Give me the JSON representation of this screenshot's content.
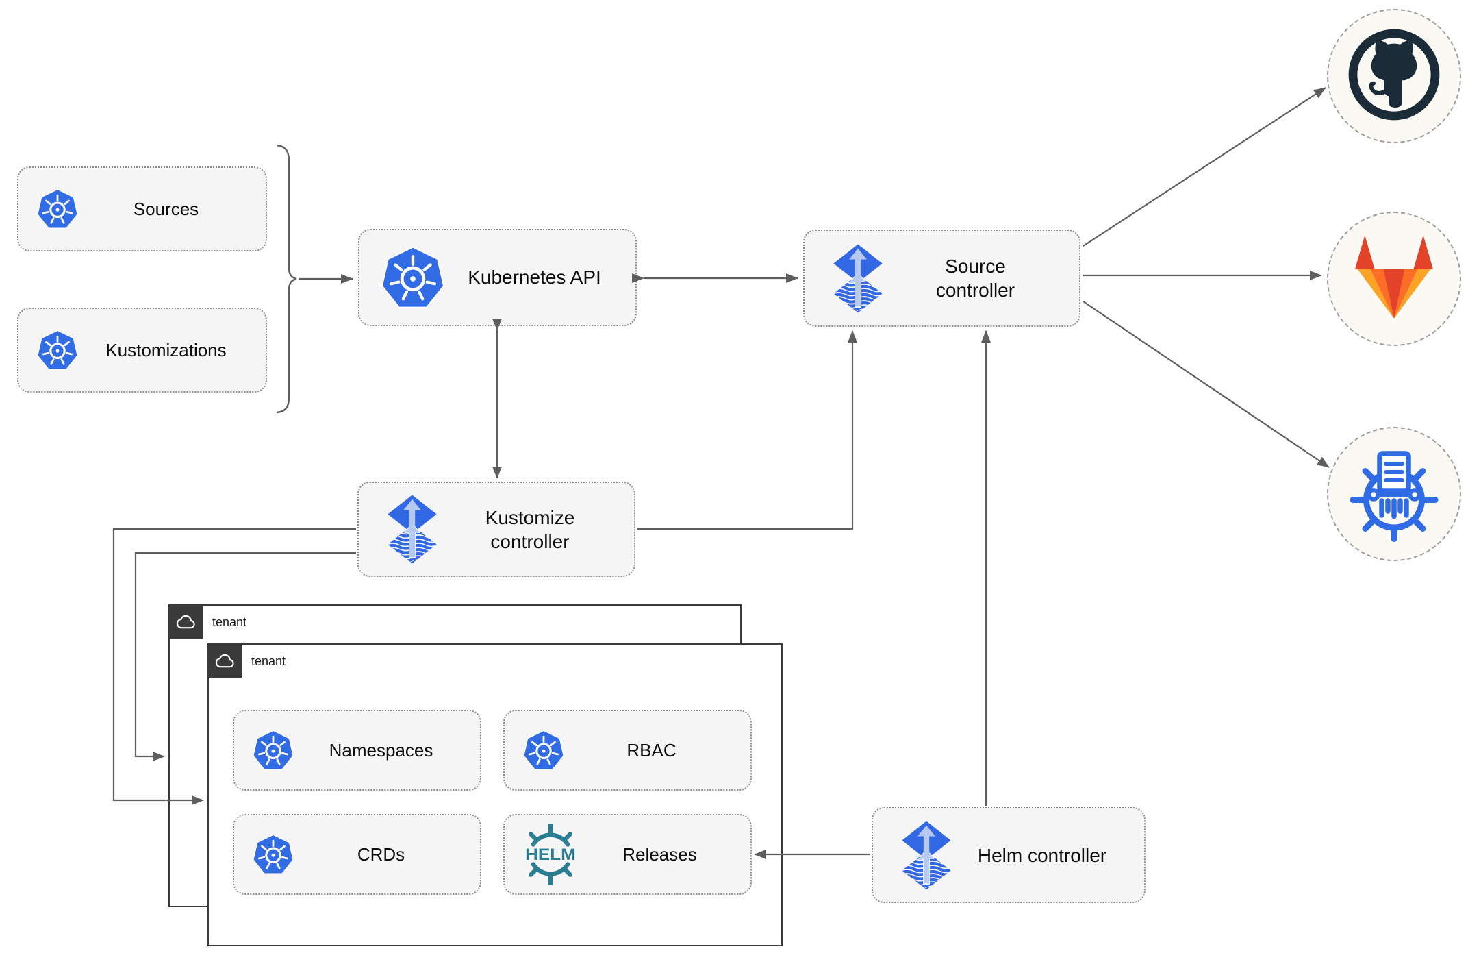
{
  "nodes": {
    "sources": {
      "label": "Sources",
      "icon": "kubernetes-icon"
    },
    "kustomizations": {
      "label": "Kustomizations",
      "icon": "kubernetes-icon"
    },
    "kubernetes_api": {
      "label": "Kubernetes API",
      "icon": "kubernetes-icon"
    },
    "source_controller": {
      "label": "Source controller",
      "icon": "flux-icon"
    },
    "kustomize_controller": {
      "label": "Kustomize controller",
      "icon": "flux-icon"
    },
    "helm_controller": {
      "label": "Helm controller",
      "icon": "flux-icon"
    },
    "namespaces": {
      "label": "Namespaces",
      "icon": "kubernetes-icon"
    },
    "rbac": {
      "label": "RBAC",
      "icon": "kubernetes-icon"
    },
    "crds": {
      "label": "CRDs",
      "icon": "kubernetes-icon"
    },
    "releases": {
      "label": "Releases",
      "icon": "helm-icon",
      "icon_text": "HELM"
    }
  },
  "containers": {
    "tenant_back": {
      "label": "tenant",
      "icon": "cloud-icon"
    },
    "tenant_front": {
      "label": "tenant",
      "icon": "cloud-icon"
    }
  },
  "remotes": {
    "github": {
      "icon": "github-icon"
    },
    "gitlab": {
      "icon": "gitlab-icon"
    },
    "registry": {
      "icon": "container-registry-icon"
    }
  },
  "colors": {
    "kubernetes_blue": "#326CE5",
    "flux_blue": "#3268E3",
    "flux_arrow_light": "#B6C9F0",
    "helm_teal": "#2B7E92",
    "github_dark": "#1C2B38",
    "gitlab_red": "#E24329",
    "gitlab_orange": "#FC6D26",
    "gitlab_yellow": "#FCA326",
    "registry_blue": "#2F6BE4",
    "node_bg": "#F5F5F5",
    "node_border": "#8C8C8C",
    "connector_gray": "#5E5E5E",
    "tenant_border": "#3A3A3A"
  }
}
